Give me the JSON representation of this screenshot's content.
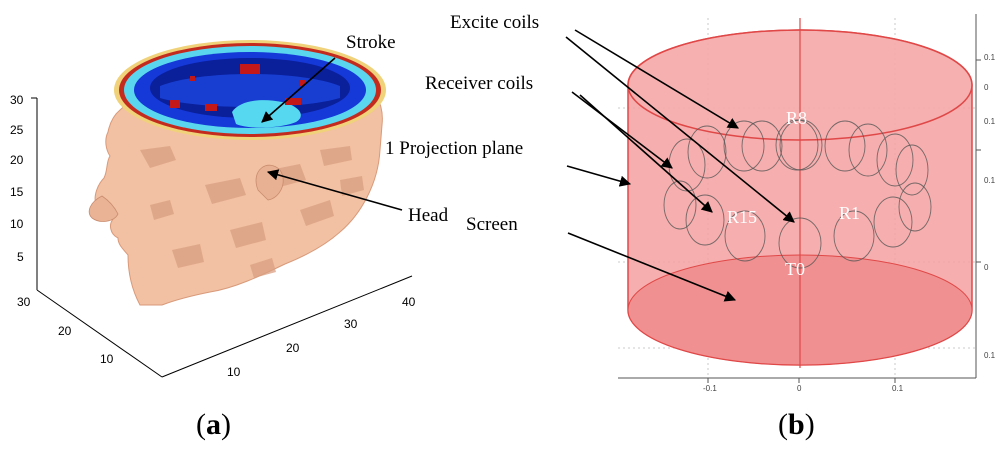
{
  "panel_a": {
    "caption_letter": "a",
    "annotations": {
      "stroke": "Stroke",
      "head": "Head"
    },
    "z_ticks": [
      "30",
      "25",
      "20",
      "15",
      "10",
      "5"
    ],
    "y_ticks": [
      "30",
      "20",
      "10"
    ],
    "x_ticks": [
      "10",
      "20",
      "30",
      "40"
    ]
  },
  "panel_b": {
    "caption_letter": "b",
    "annotations": {
      "excite": "Excite coils",
      "receiver": "Receiver coils",
      "projection": "1 Projection plane",
      "screen": "Screen"
    },
    "coil_labels": {
      "r8": "R8",
      "r15": "R15",
      "r1": "R1",
      "t0": "T0"
    },
    "x_ticks": [
      "-0.1",
      "0",
      "0.1"
    ],
    "right_ticks": [
      "0.1",
      "0",
      "0.1",
      "0.1",
      "0",
      "0.1"
    ]
  },
  "colors": {
    "cylinder_fill": "#f4a0a0",
    "cylinder_edge": "#e04848",
    "skin": "#f2c0a2",
    "scalp_blue": "#1538d8",
    "stroke_cyan": "#55d8f0",
    "lesion_red": "#c41818"
  }
}
